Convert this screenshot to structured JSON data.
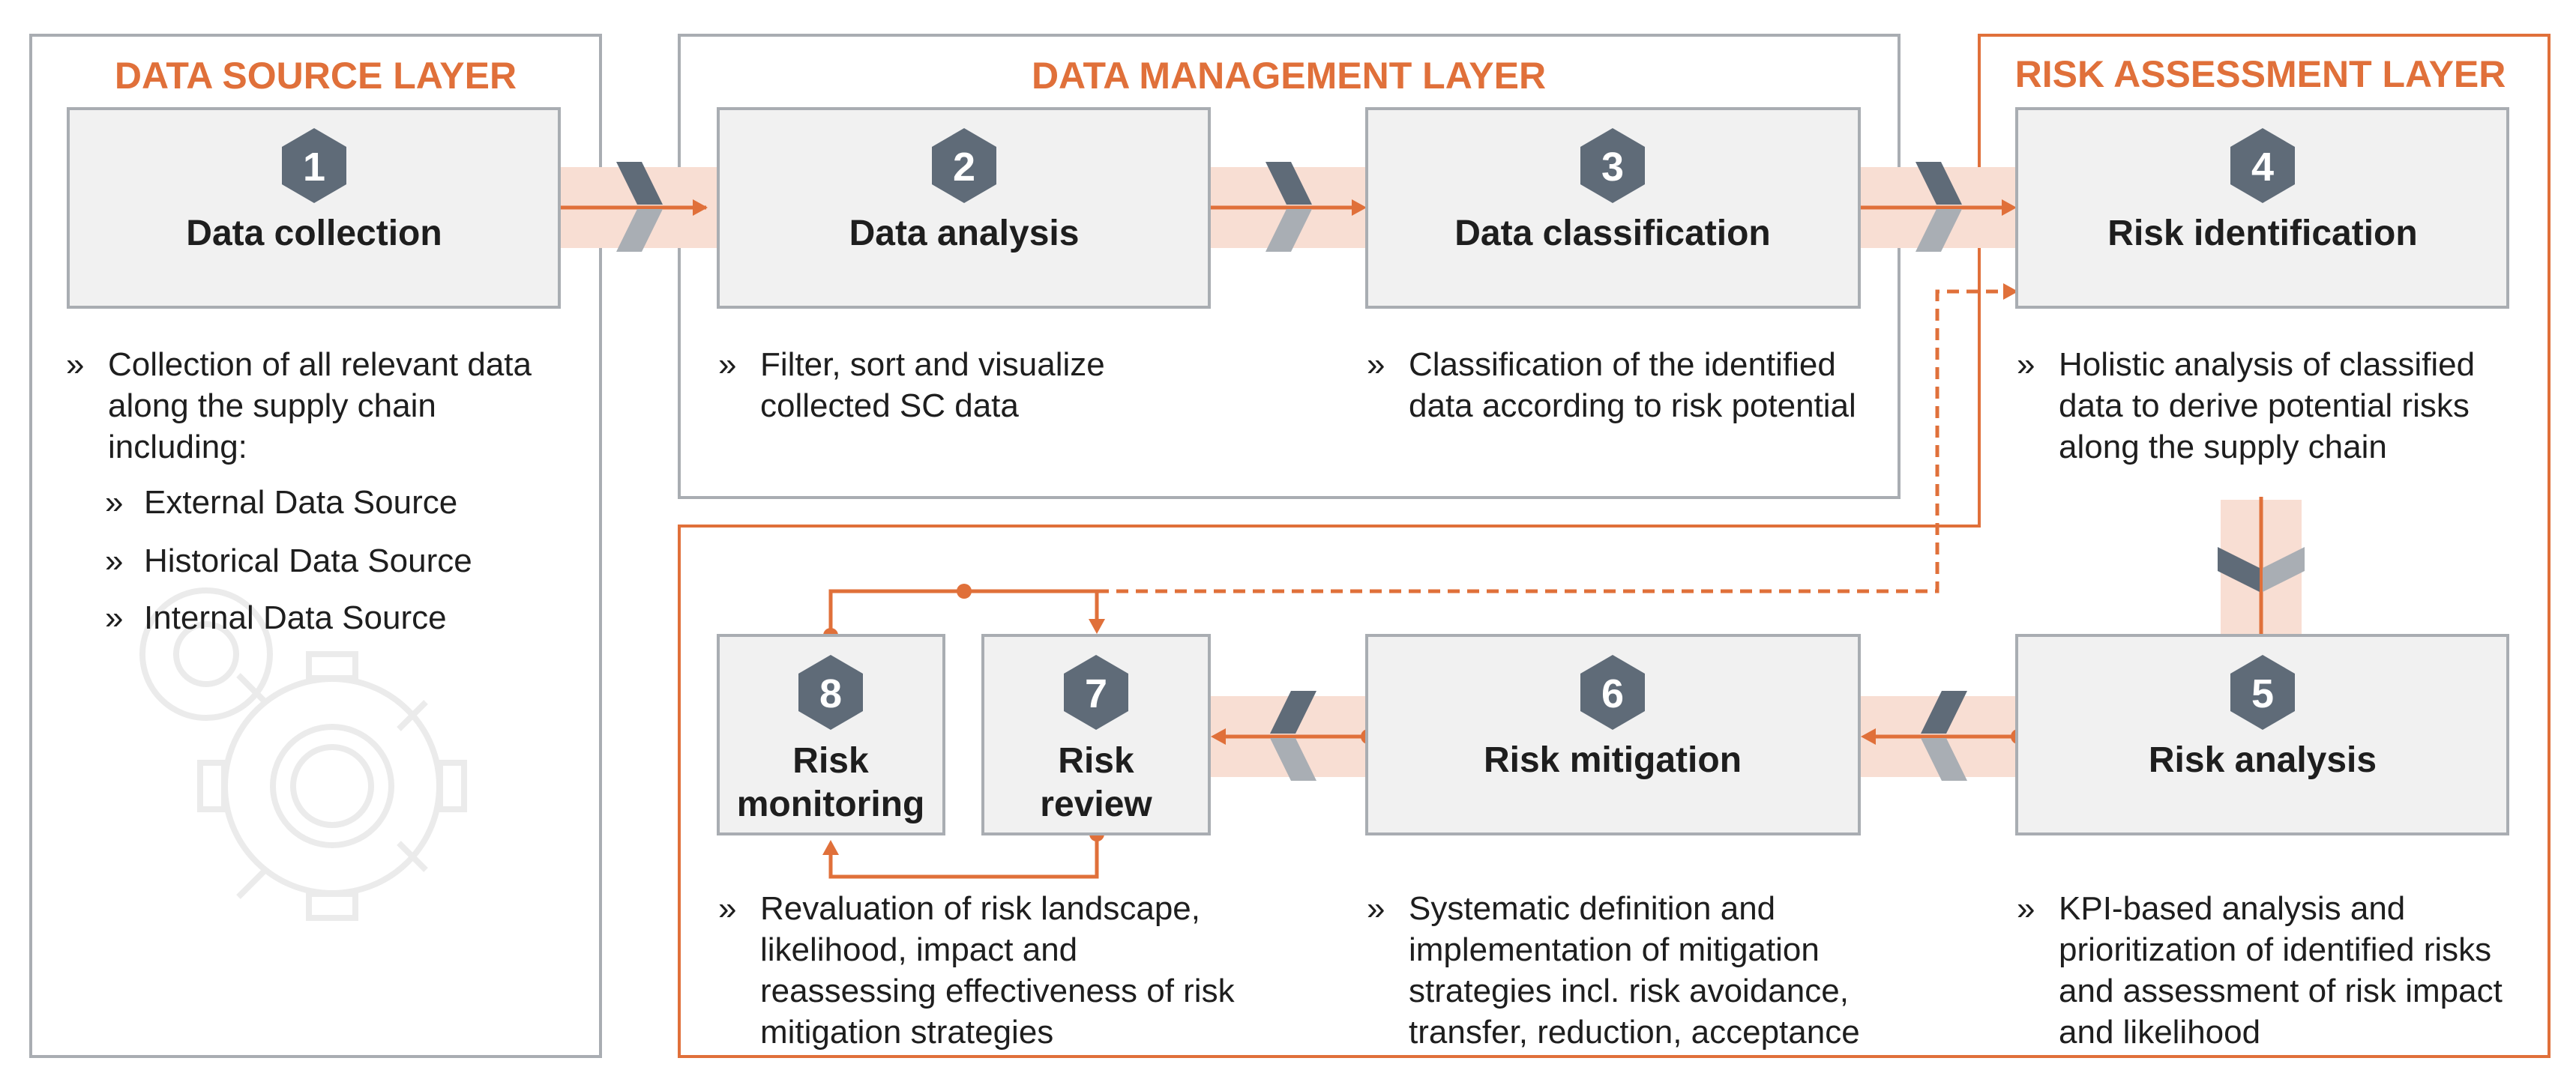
{
  "layers": {
    "data_source": "DATA SOURCE LAYER",
    "data_management": "DATA MANAGEMENT LAYER",
    "risk_assessment": "RISK ASSESSMENT LAYER"
  },
  "bullet_symbol": "»",
  "steps": {
    "s1": {
      "number": "1",
      "title": "Data collection"
    },
    "s2": {
      "number": "2",
      "title": "Data analysis"
    },
    "s3": {
      "number": "3",
      "title": "Data classification"
    },
    "s4": {
      "number": "4",
      "title": "Risk identification"
    },
    "s5": {
      "number": "5",
      "title": "Risk analysis"
    },
    "s6": {
      "number": "6",
      "title": "Risk mitigation"
    },
    "s7": {
      "number": "7",
      "title_line1": "Risk",
      "title_line2": "review"
    },
    "s8": {
      "number": "8",
      "title_line1": "Risk",
      "title_line2": "monitoring"
    }
  },
  "descriptions": {
    "s1": "Collection of all relevant data along the supply chain including:",
    "s1_sources": [
      "External Data Source",
      "Historical Data Source",
      "Internal Data Source"
    ],
    "s2": "Filter, sort and visualize collected SC data",
    "s3": "Classification of the identified data according to risk potential",
    "s4": "Holistic analysis of classified data to derive potential risks along the supply chain",
    "s5": "KPI-based analysis and prioritization of identified risks and assessment of risk impact and likelihood",
    "s6": "Systematic definition and implementation of mitigation strategies incl. risk avoidance, transfer, reduction, acceptance",
    "s78": "Revaluation of risk landscape, likelihood, impact and reassessing effectiveness of risk mitigation strategies"
  },
  "colors": {
    "accent": "#e0703a",
    "arrow_band": "#f8ded3",
    "box_fill": "#f1f1f1",
    "box_border": "#a9adb2",
    "hexagon": "#5f6b78",
    "chevron_dark": "#5f6b78",
    "chevron_light": "#a9aeb4",
    "frame": "#a9adb2"
  }
}
